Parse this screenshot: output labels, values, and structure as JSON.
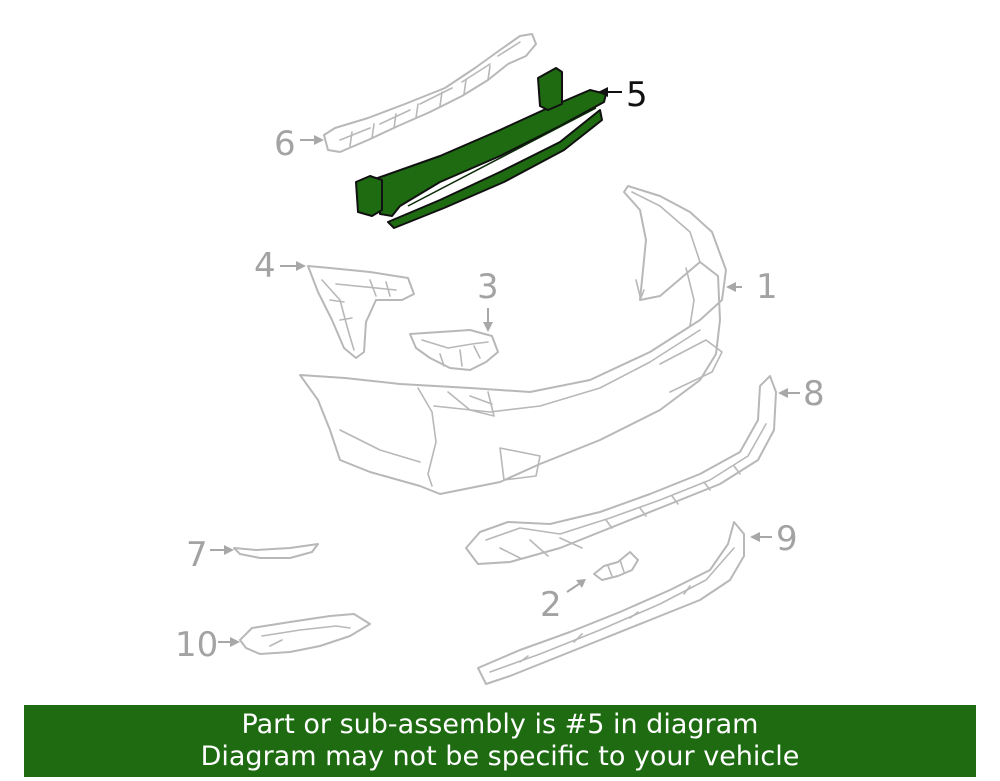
{
  "callouts": [
    {
      "id": "1",
      "label": "1"
    },
    {
      "id": "2",
      "label": "2"
    },
    {
      "id": "3",
      "label": "3"
    },
    {
      "id": "4",
      "label": "4"
    },
    {
      "id": "5",
      "label": "5",
      "highlighted": true
    },
    {
      "id": "6",
      "label": "6"
    },
    {
      "id": "7",
      "label": "7"
    },
    {
      "id": "8",
      "label": "8"
    },
    {
      "id": "9",
      "label": "9"
    },
    {
      "id": "10",
      "label": "10"
    }
  ],
  "highlight_color": "#1e6b12",
  "line_color": "#b8b8b8",
  "banner": {
    "line1": "Part or sub-assembly is #5 in diagram",
    "line2": "Diagram may not be specific to your vehicle",
    "background": "#1e6b12"
  }
}
